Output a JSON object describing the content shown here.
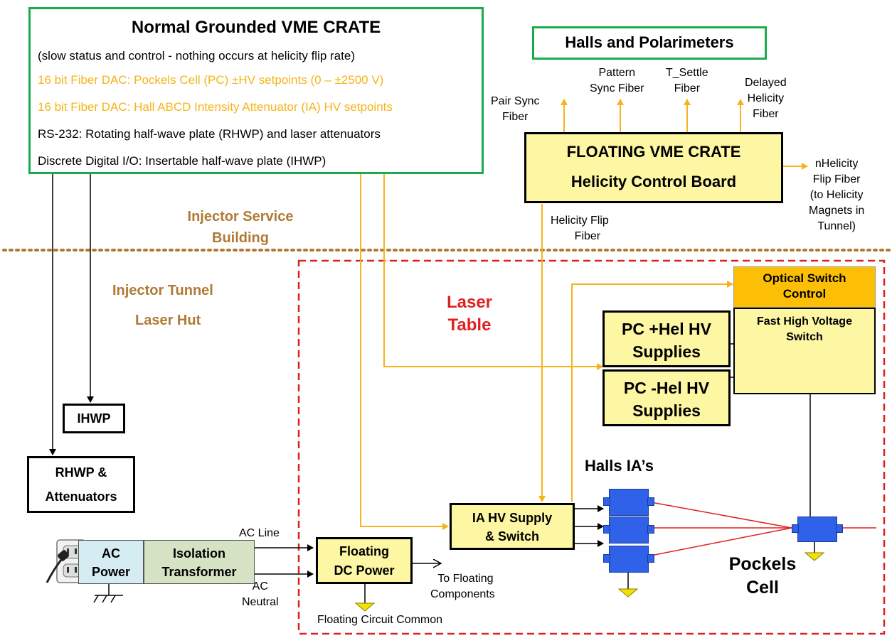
{
  "vme_crate": {
    "title": "Normal Grounded VME CRATE",
    "lines": [
      "(slow status and control - nothing occurs at helicity flip rate)",
      "16 bit Fiber DAC: Pockels Cell (PC) ±HV setpoints (0 –  ±2500 V)",
      "16 bit Fiber DAC: Hall ABCD  Intensity Attenuator (IA) HV setpoints",
      "RS-232: Rotating half-wave plate (RHWP) and laser attenuators",
      "Discrete Digital I/O: Insertable half-wave plate  (IHWP)"
    ]
  },
  "halls_title": "Halls and Polarimeters",
  "fibers": {
    "pair_sync": [
      "Pair Sync",
      "Fiber"
    ],
    "pattern_sync": [
      "Pattern",
      "Sync Fiber"
    ],
    "t_settle": [
      "T_Settle",
      "Fiber"
    ],
    "delayed_helicity": [
      "Delayed",
      "Helicity",
      "Fiber"
    ],
    "nhelicity": [
      "nHelicity",
      "Flip Fiber",
      "(to Helicity",
      "Magnets in",
      "Tunnel)"
    ],
    "helicity_flip": [
      "Helicity Flip",
      "Fiber"
    ]
  },
  "floating_vme": {
    "line1": "FLOATING VME CRATE",
    "line2": "Helicity Control Board"
  },
  "areas": {
    "injector_service": [
      "Injector Service",
      "Building"
    ],
    "injector_tunnel": "Injector Tunnel",
    "laser_hut": "Laser Hut",
    "laser_table": [
      "Laser",
      "Table"
    ]
  },
  "optical_switch": [
    "Optical Switch",
    "Control"
  ],
  "fast_hv_switch": [
    "Fast High Voltage",
    "Switch"
  ],
  "pc_plus": [
    "PC +Hel HV",
    "Supplies"
  ],
  "pc_minus": [
    "PC -Hel HV",
    "Supplies"
  ],
  "ihwp": "IHWP",
  "rhwp": [
    "RHWP &",
    "Attenuators"
  ],
  "ac_power": [
    "AC",
    "Power"
  ],
  "isolation": [
    "Isolation",
    "Transformer"
  ],
  "ac_line": "AC Line",
  "ac_neutral": [
    "AC",
    "Neutral"
  ],
  "floating_dc": [
    "Floating",
    "DC Power"
  ],
  "to_floating": [
    "To Floating",
    "Components"
  ],
  "floating_common": "Floating Circuit Common",
  "ia_hv": [
    "IA HV Supply",
    "& Switch"
  ],
  "halls_ias": "Halls IA’s",
  "pockels_cell": [
    "Pockels",
    "Cell"
  ],
  "colors": {
    "green_border": "#1aab4a",
    "orange_text": "#f5b419",
    "fiber_orange": "#f5b419",
    "brown_text": "#b07a35",
    "red": "#e02020",
    "pale_yellow": "#fdf6a3",
    "gold": "#fcbf05",
    "blue": "#2f62e8"
  }
}
